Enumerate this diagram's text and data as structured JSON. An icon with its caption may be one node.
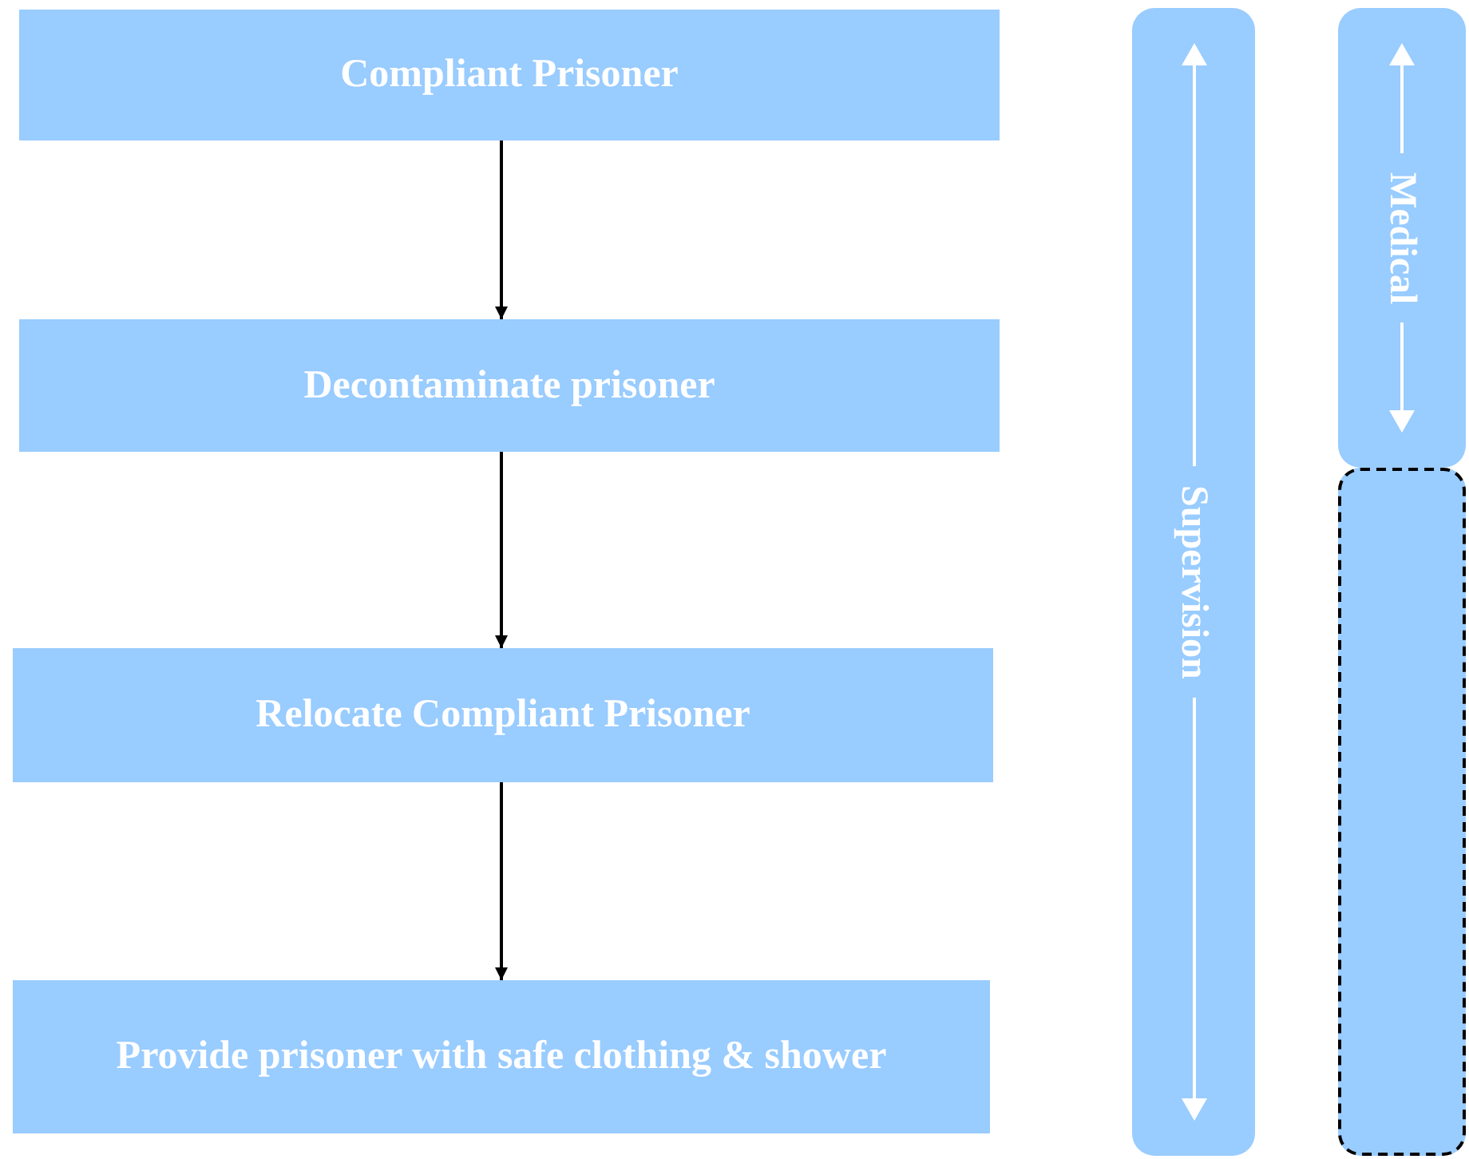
{
  "diagram": {
    "nodes": [
      {
        "text": [
          "Compliant Prisoner"
        ]
      },
      {
        "text": [
          "Decontaminate prisoner"
        ]
      },
      {
        "text": [
          "Relocate Compliant Prisoner"
        ]
      },
      {
        "text": [
          "Provide prisoner with safe clothing & shower"
        ]
      },
      {
        "text": [
          "Supervision"
        ]
      },
      {
        "text": [
          "Medical"
        ]
      },
      {
        "text": [],
        "shape": "box"
      }
    ],
    "edges": [
      {
        "from": 0,
        "to": 1,
        "arrow": "to"
      },
      {
        "from": 1,
        "to": 2,
        "arrow": "to"
      },
      {
        "from": 2,
        "to": 3,
        "arrow": "to"
      }
    ]
  }
}
